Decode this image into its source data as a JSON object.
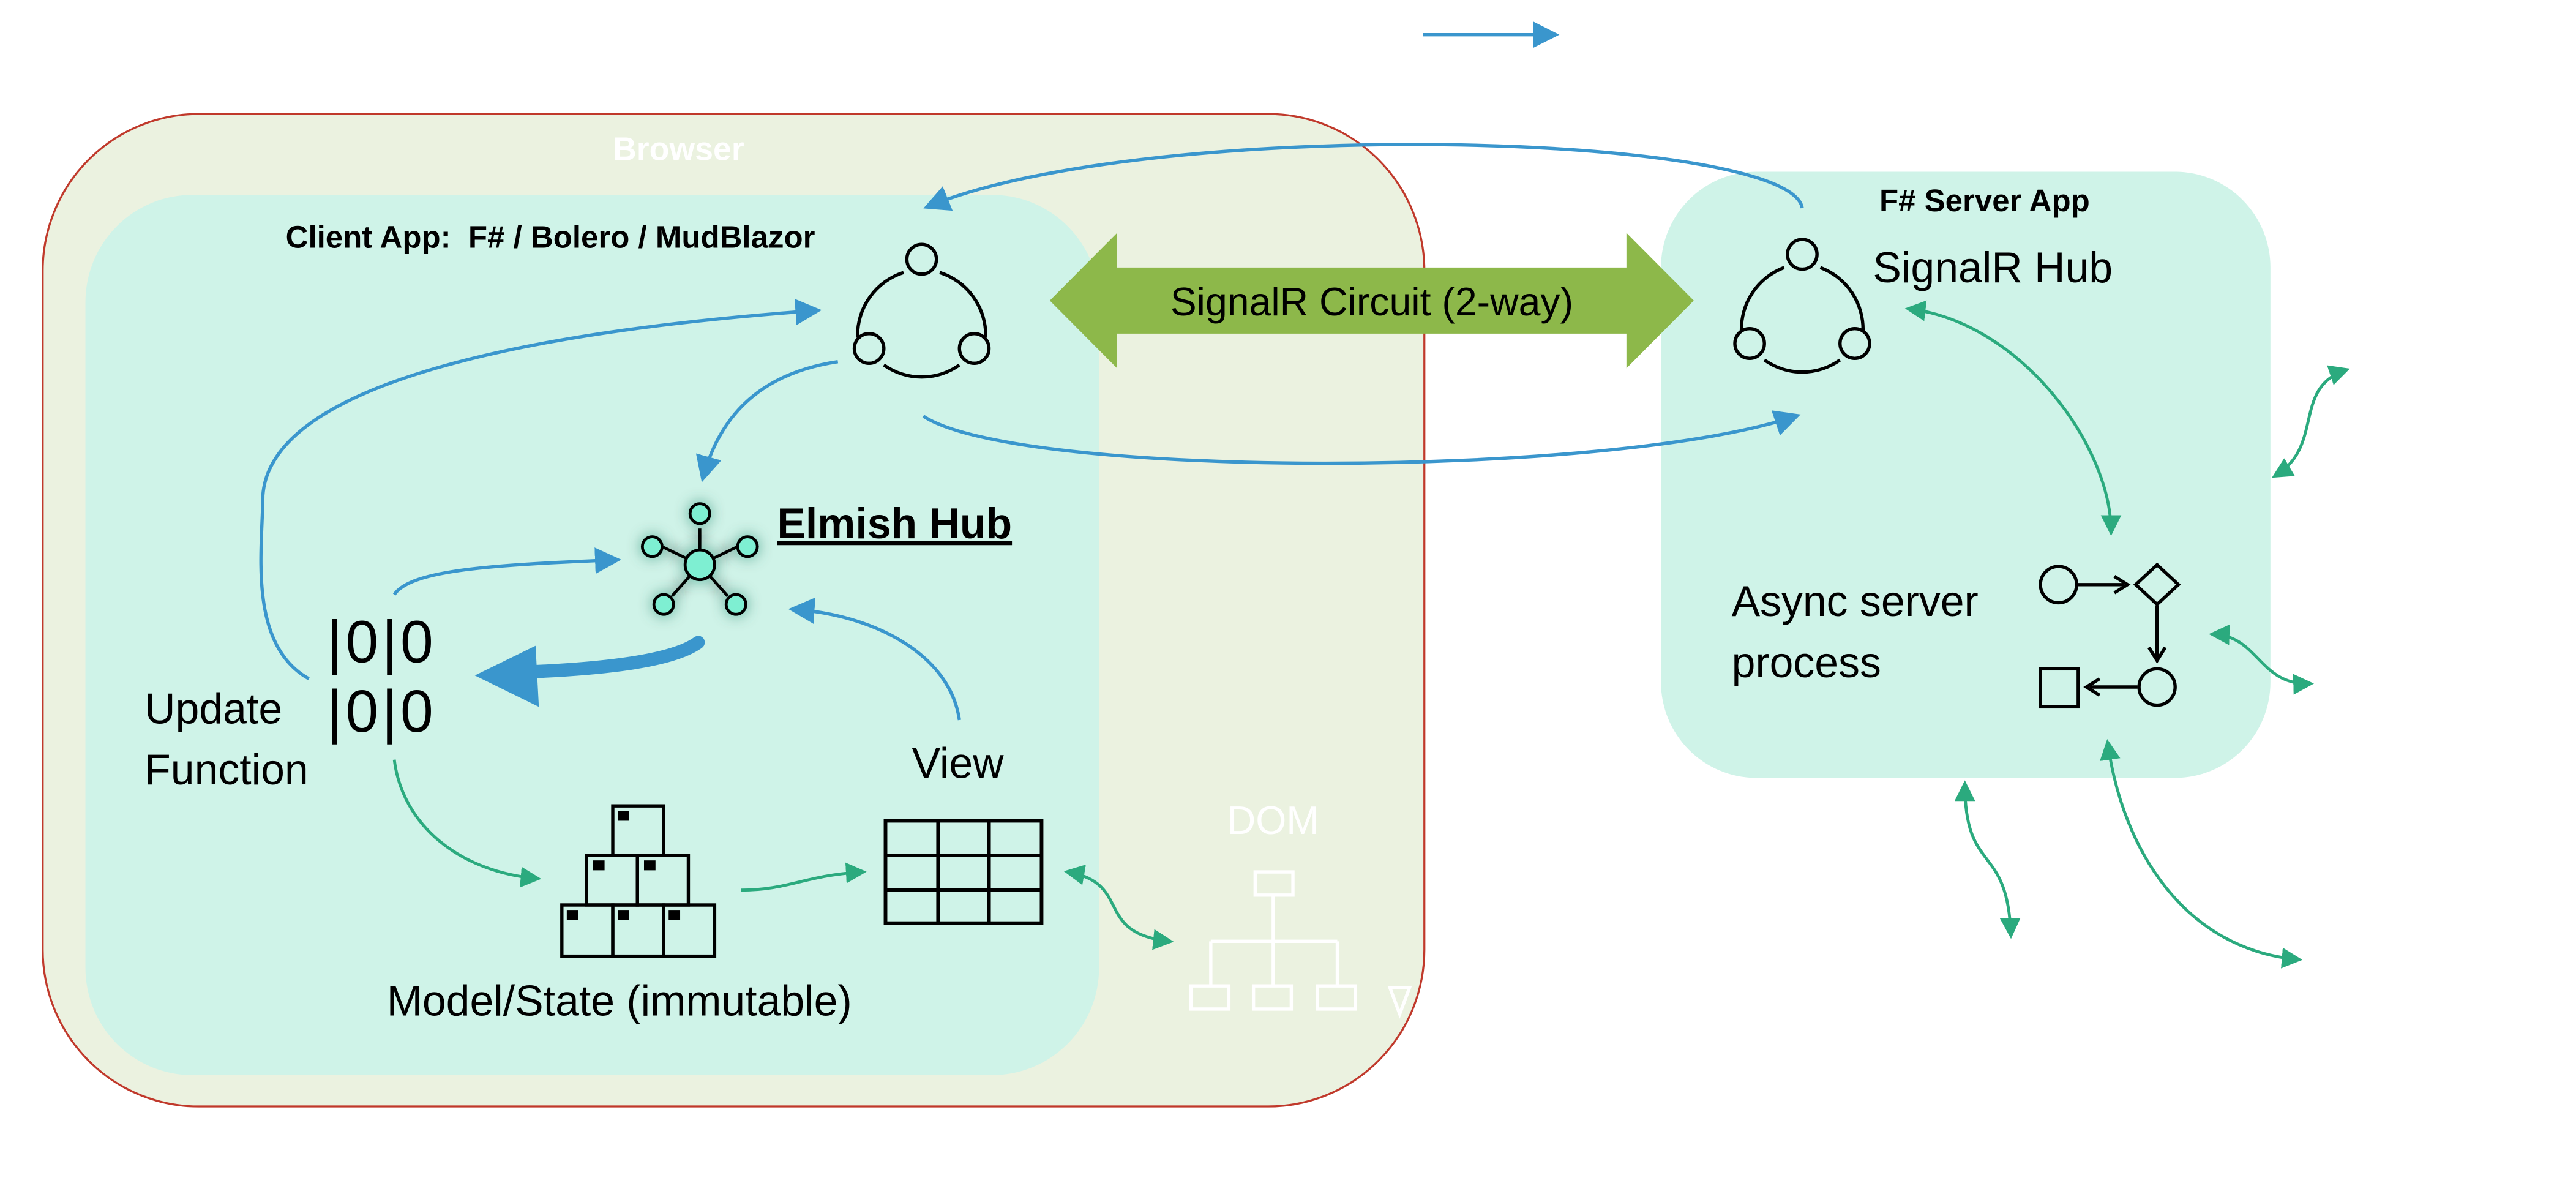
{
  "browser": {
    "title": "Browser"
  },
  "client_app": {
    "title": "Client App:  F# / Bolero / MudBlazor",
    "elmish_hub": "Elmish Hub",
    "update_function": [
      "Update",
      "Function"
    ],
    "view": "View",
    "model_state": "Model/State (immutable)",
    "binary_glyph": [
      "|0|0",
      "|0|0"
    ]
  },
  "dom": {
    "label": "DOM"
  },
  "circuit": {
    "label": "SignalR Circuit (2-way)"
  },
  "server_app": {
    "title": "F# Server App",
    "signalr_hub": "SignalR Hub",
    "async_process": [
      "Async server",
      "process"
    ]
  },
  "colors": {
    "browser_fill": "#EBF2E0",
    "browser_border": "#C0392B",
    "app_fill": "#CFF3E8",
    "circuit_arrow": "#8DB84A",
    "blue_arrow": "#3A96CD",
    "green_arrow": "#2BAA7E",
    "hub_glow": "#2ED0A8",
    "dom_white": "#FFFFFF"
  },
  "icons": {
    "signalr_client": "hub-cycle-icon",
    "signalr_server": "hub-cycle-icon",
    "elmish": "network-node-icon",
    "model": "stacked-boxes-icon",
    "view": "grid-table-icon",
    "dom": "tree-structure-icon",
    "async": "flowchart-shapes-icon"
  }
}
